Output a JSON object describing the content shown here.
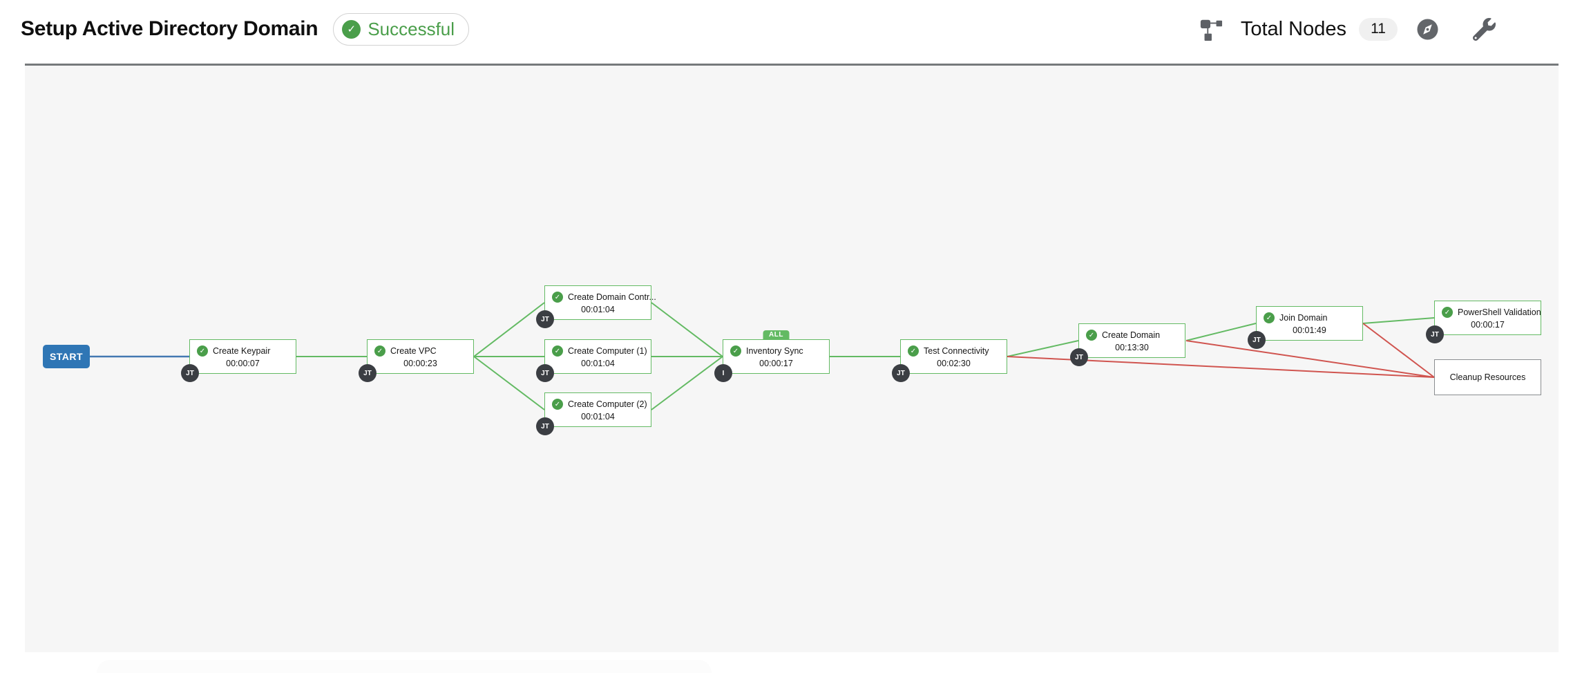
{
  "header": {
    "title": "Setup Active Directory Domain",
    "status": "Successful",
    "total_nodes_label": "Total Nodes",
    "total_nodes_count": "11"
  },
  "start_node": {
    "label": "START"
  },
  "nodes": [
    {
      "name": "Create Keypair",
      "elapsed": "00:00:07",
      "badge": "JT"
    },
    {
      "name": "Create VPC",
      "elapsed": "00:00:23",
      "badge": "JT"
    },
    {
      "name": "Create Domain Contr...",
      "elapsed": "00:01:04",
      "badge": "JT"
    },
    {
      "name": "Create Computer (1)",
      "elapsed": "00:01:04",
      "badge": "JT"
    },
    {
      "name": "Create Computer (2)",
      "elapsed": "00:01:04",
      "badge": "JT"
    },
    {
      "name": "Inventory Sync",
      "elapsed": "00:00:17",
      "badge": "I",
      "all_label": "ALL"
    },
    {
      "name": "Test Connectivity",
      "elapsed": "00:02:30",
      "badge": "JT"
    },
    {
      "name": "Create Domain",
      "elapsed": "00:13:30",
      "badge": "JT"
    },
    {
      "name": "Join Domain",
      "elapsed": "00:01:49",
      "badge": "JT"
    },
    {
      "name": "PowerShell Validation",
      "elapsed": "00:00:17",
      "badge": "JT"
    },
    {
      "name": "Cleanup Resources"
    }
  ],
  "icons": {
    "check": "✓",
    "topology": "topology-icon",
    "compass": "compass-icon",
    "wrench": "wrench-icon"
  },
  "colors": {
    "green": "#63ba63",
    "green-dark": "#4a9e4a",
    "red": "#d0544f",
    "blue": "#2f76b5",
    "edge-blue": "#4479b2",
    "badge-dark": "#3b3e43",
    "gray-border": "#8a8d90",
    "canvas-bg": "#f6f6f6",
    "separator": "#76797b",
    "text": "#151515",
    "count-badge-bg": "#f0f0f0",
    "icon-gray": "#5d6065"
  }
}
